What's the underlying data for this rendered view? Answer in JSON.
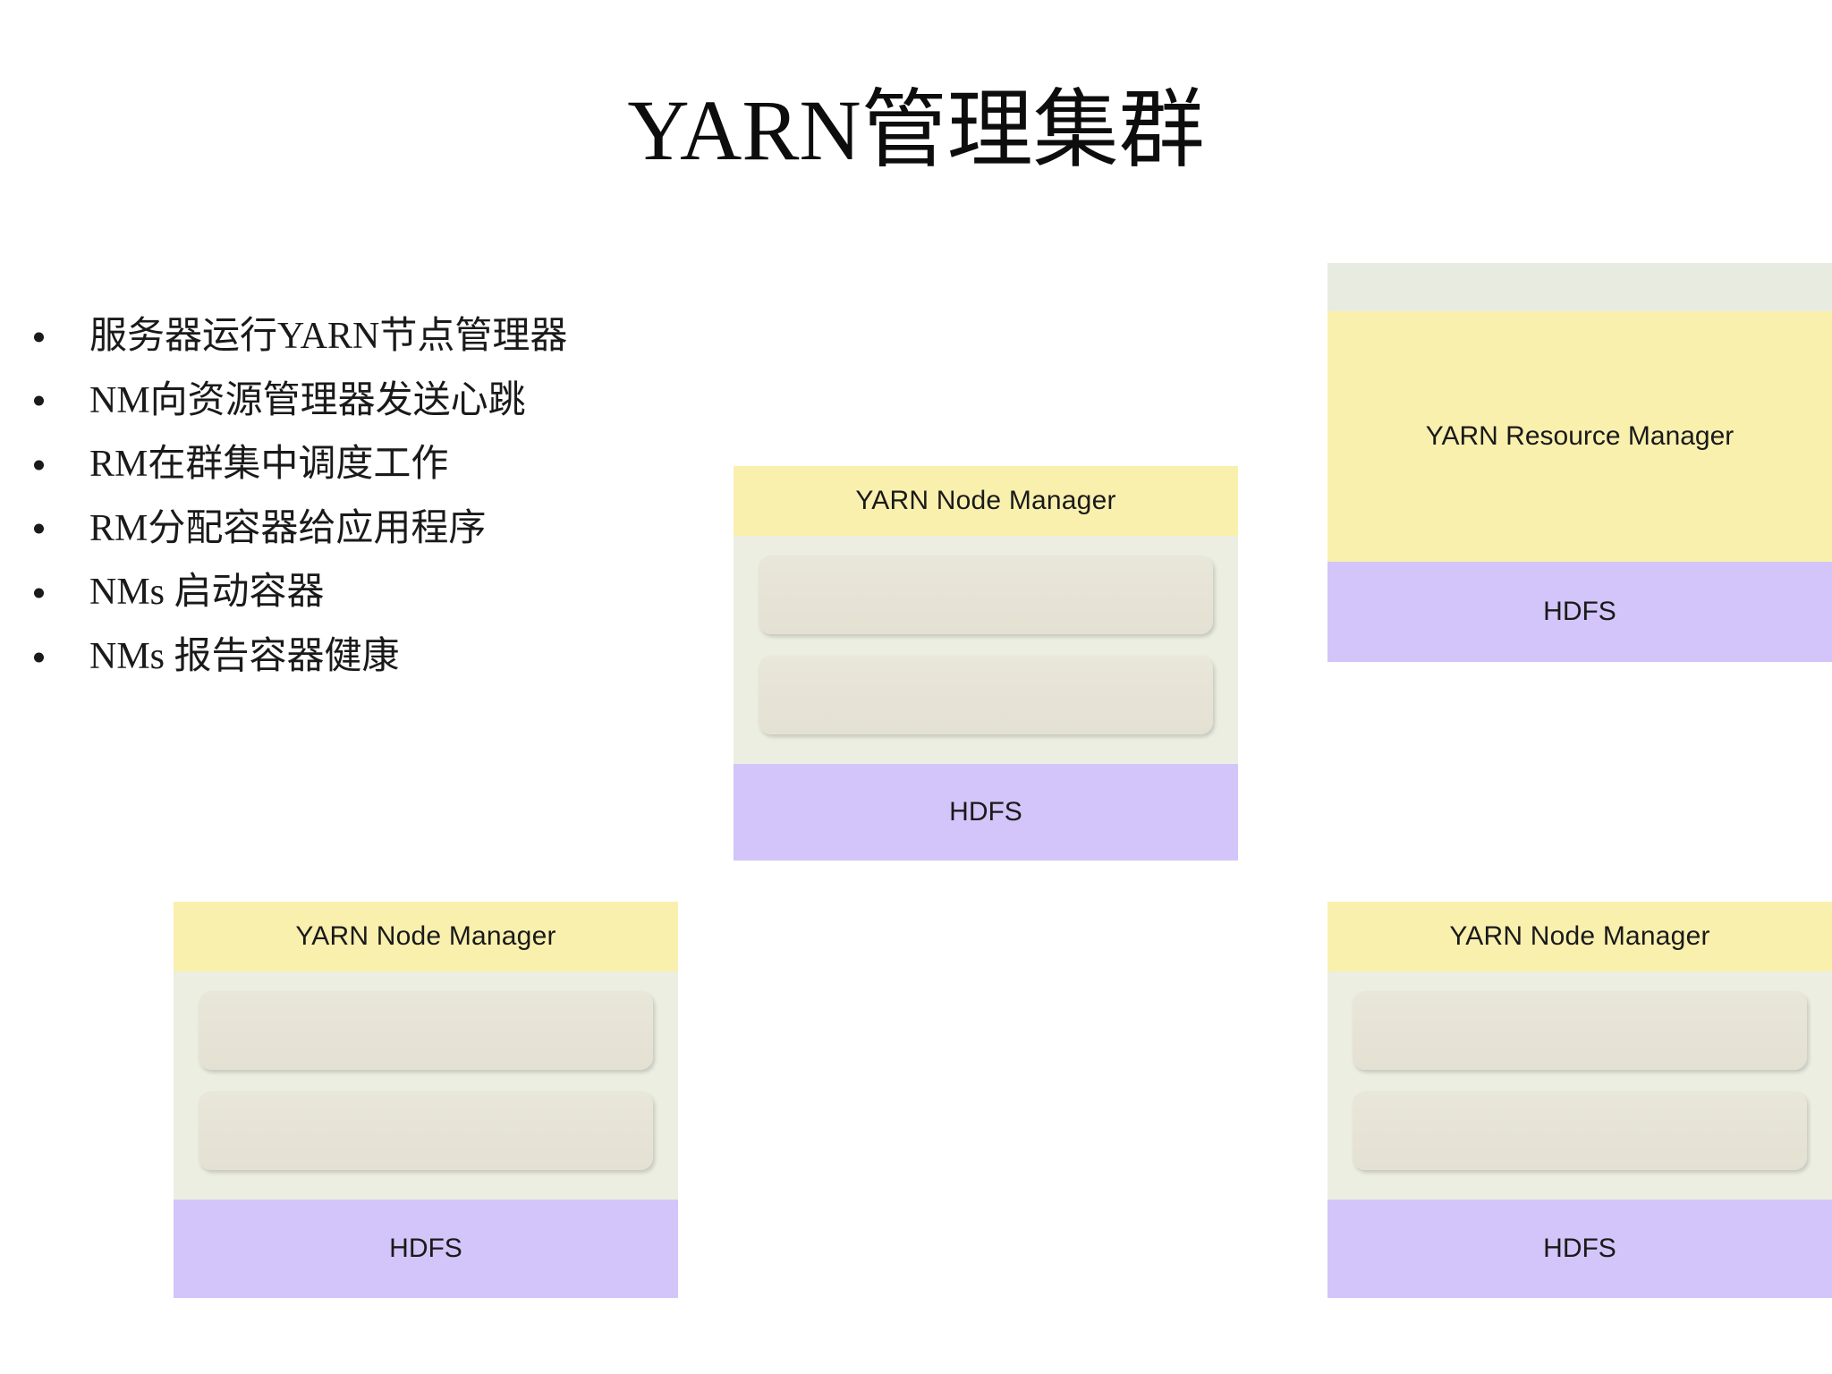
{
  "slide": {
    "title": "YARN管理集群",
    "bullets": [
      "服务器运行YARN节点管理器",
      "NM向资源管理器发送心跳",
      "RM在群集中调度工作",
      "RM分配容器给应用程序",
      "NMs 启动容器",
      "NMs 报告容器健康"
    ]
  },
  "diagram": {
    "node_manager_label": "YARN Node Manager",
    "resource_manager_label": "YARN Resource Manager",
    "hdfs_label": "HDFS",
    "colors": {
      "header_yellow": "#faf0ae",
      "body_green": "#eceee2",
      "container_beige": "#e4e1d3",
      "hdfs_purple": "#d3c5f9",
      "background": "#ffffff",
      "text": "#1a1a1a"
    },
    "nodes": [
      {
        "id": "node-center",
        "header": "YARN Node Manager",
        "containers": 2,
        "footer": "HDFS"
      },
      {
        "id": "node-bottom-left",
        "header": "YARN Node Manager",
        "containers": 2,
        "footer": "HDFS"
      },
      {
        "id": "node-bottom-right",
        "header": "YARN Node Manager",
        "containers": 2,
        "footer": "HDFS"
      }
    ],
    "resource_manager": {
      "id": "resource-manager-box",
      "header": "YARN Resource Manager",
      "footer": "HDFS"
    }
  }
}
